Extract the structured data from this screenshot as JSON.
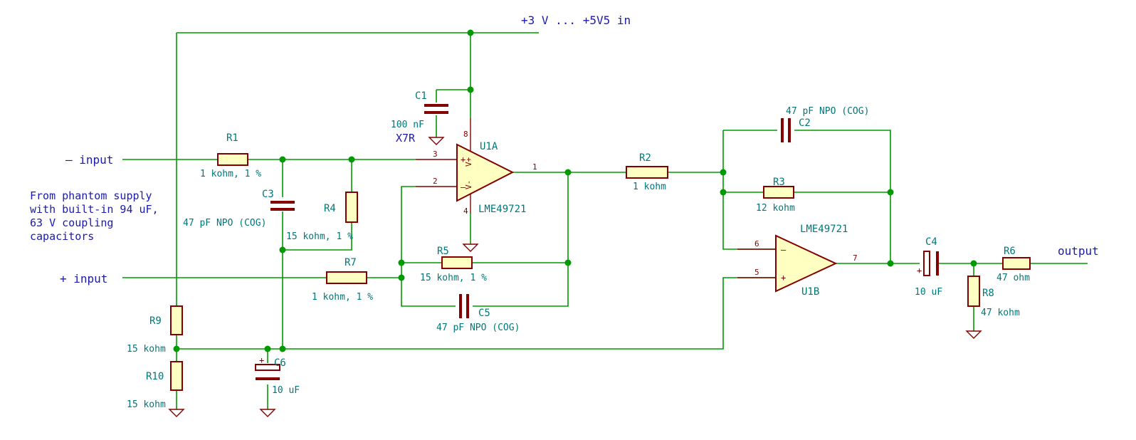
{
  "colors": {
    "wire": "#009a00",
    "component": "#840000",
    "component_fill": "#ffffc2",
    "reference": "#00787a",
    "net_label": "#1a1ab0"
  },
  "labels": {
    "supply": "+3 V ... +5V5 in",
    "minus_input": "– input",
    "plus_input": "+ input",
    "output": "output",
    "note": [
      "From phantom supply",
      "with built-in 94 uF,",
      "63 V coupling",
      "capacitors"
    ]
  },
  "components": {
    "C1": {
      "ref": "C1",
      "value": "100 nF",
      "value2": "X7R"
    },
    "C2": {
      "ref": "C2",
      "value": "47 pF NPO (COG)"
    },
    "C3": {
      "ref": "C3",
      "value": "47 pF NPO (COG)"
    },
    "C4": {
      "ref": "C4",
      "value": "10 uF"
    },
    "C5": {
      "ref": "C5",
      "value": "47 pF NPO (COG)"
    },
    "C6": {
      "ref": "C6",
      "value": "10 uF"
    },
    "R1": {
      "ref": "R1",
      "value": "1 kohm, 1 %"
    },
    "R2": {
      "ref": "R2",
      "value": "1 kohm"
    },
    "R3": {
      "ref": "R3",
      "value": "12 kohm"
    },
    "R4": {
      "ref": "R4",
      "value": "15 kohm, 1 %"
    },
    "R5": {
      "ref": "R5",
      "value": "15 kohm, 1 %"
    },
    "R6": {
      "ref": "R6",
      "value": "47 ohm"
    },
    "R7": {
      "ref": "R7",
      "value": "1 kohm, 1 %"
    },
    "R8": {
      "ref": "R8",
      "value": "47 kohm"
    },
    "R9": {
      "ref": "R9",
      "value": "15 kohm"
    },
    "R10": {
      "ref": "R10",
      "value": "15 kohm"
    },
    "U1A": {
      "ref": "U1A",
      "value": "LME49721",
      "pins": {
        "plus": "3",
        "minus": "2",
        "out": "1",
        "vplus": "8",
        "vminus": "4"
      }
    },
    "U1B": {
      "ref": "U1B",
      "value": "LME49721",
      "pins": {
        "minus": "6",
        "plus": "5",
        "out": "7"
      }
    }
  }
}
